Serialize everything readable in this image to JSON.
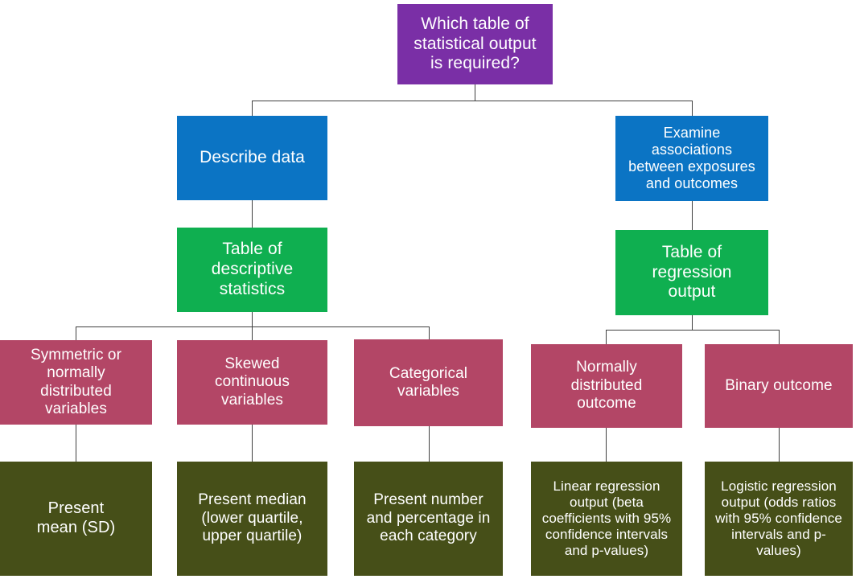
{
  "diagram": {
    "title": "Which table of statistical output is required?",
    "type": "decision-flowchart",
    "palette": {
      "root": "#7A2FA6",
      "branch": "#0B74C4",
      "table": "#0FAF50",
      "variable": "#B34666",
      "action": "#464F18",
      "connector": "#3F3F3F",
      "background": "#FFFFFF",
      "text": "#FFFFFF"
    },
    "nodes": {
      "root": "Which table of\nstatistical output\nis required?",
      "branch_describe": "Describe data",
      "branch_associations": "Examine\nassociations\nbetween exposures\nand outcomes",
      "table_descriptive": "Table of\ndescriptive\nstatistics",
      "table_regression": "Table of\nregression\noutput",
      "var_symmetric": "Symmetric or\nnormally\ndistributed\nvariables",
      "var_skewed": "Skewed\ncontinuous\nvariables",
      "var_categorical": "Categorical\nvariables",
      "var_normal_outcome": "Normally\ndistributed\noutcome",
      "var_binary_outcome": "Binary outcome",
      "action_mean": "Present\nmean (SD)",
      "action_median": "Present median\n(lower quartile,\nupper quartile)",
      "action_number": "Present number\nand percentage in\neach category",
      "action_linear": "Linear regression\noutput (beta\ncoefficients with 95%\nconfidence intervals\nand p-values)",
      "action_logistic": "Logistic regression\noutput (odds ratios\nwith 95% confidence\nintervals and p-\nvalues)"
    }
  }
}
